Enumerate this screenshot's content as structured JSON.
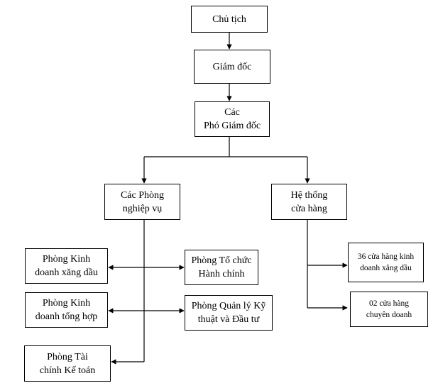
{
  "diagram": {
    "colors": {
      "stroke": "#000000",
      "fill": "#ffffff",
      "text": "#000000"
    },
    "nodes": {
      "chu_tich": {
        "lines": [
          "Chủ tịch"
        ]
      },
      "giam_doc": {
        "lines": [
          "Giám đốc"
        ]
      },
      "pho_giam_doc": {
        "lines": [
          "Các",
          "Phó Giám đốc"
        ]
      },
      "phong_nghiep_vu": {
        "lines": [
          "Các Phòng",
          "nghiệp vụ"
        ]
      },
      "he_thong_cua_hang": {
        "lines": [
          "Hệ thống",
          "cửa hàng"
        ]
      },
      "kinh_doanh_xang_dau": {
        "lines": [
          "Phòng Kinh",
          "doanh xăng dầu"
        ]
      },
      "to_chuc_hanh_chinh": {
        "lines": [
          "Phòng Tổ chức",
          "Hành chính"
        ]
      },
      "kinh_doanh_tong_hop": {
        "lines": [
          "Phòng Kinh",
          "doanh tổng hợp"
        ]
      },
      "quan_ly_ky_thuat": {
        "lines": [
          "Phòng Quản lý Kỹ",
          "thuật và Đầu tư"
        ]
      },
      "tai_chinh_ke_toan": {
        "lines": [
          "Phòng Tài",
          "chính Kế toán"
        ]
      },
      "cua_hang_xang_dau": {
        "lines": [
          "36 cửa hàng kinh",
          "doanh xăng dầu"
        ]
      },
      "cua_hang_chuyen_doanh": {
        "lines": [
          "02 cửa hàng",
          "chuyên doanh"
        ]
      }
    }
  }
}
